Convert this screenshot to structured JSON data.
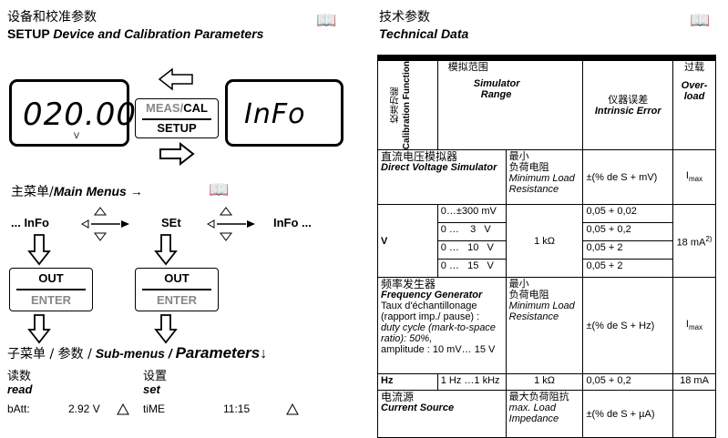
{
  "left": {
    "title_cn": "设备和校准参数",
    "title_en_bold": "SETUP",
    "title_en_italic": "Device and Calibration Parameters",
    "book_icon": "open-book-icon",
    "lcd_left_value": "020.00",
    "lcd_left_unit": "V",
    "key_meas": "MEAS/",
    "key_cal": "CAL",
    "key_setup": "SETUP",
    "lcd_right_value": "InFo",
    "main_menus_cn": "主菜单/",
    "main_menus_en": "Main Menus",
    "main_menus_arrow": "→",
    "menu_left": "... InFo",
    "menu_mid": "SEt",
    "menu_right": "InFo ...",
    "out_label": "OUT",
    "enter_label": "ENTER",
    "submenu_cn": "子菜单 / 参数 /",
    "submenu_en": "Sub-menus /",
    "submenu_params": "Parameters",
    "submenu_arrow": "↓",
    "col_read_cn": "读数",
    "col_read_en": "read",
    "col_set_cn": "设置",
    "col_set_en": "set",
    "row_batt_label": "bAtt:",
    "row_batt_value": "2.92 V",
    "row_time_label": "tiME",
    "row_time_value": "11:15"
  },
  "right": {
    "title_cn": "技术参数",
    "title_en": "Technical Data",
    "book_icon": "open-book-icon",
    "hdr_func_cn": "校准功能",
    "hdr_func_en": "Calibration Function",
    "hdr_range_cn": "模拟范围",
    "hdr_range_en1": "Simulator",
    "hdr_range_en2": "Range",
    "hdr_error_cn": "仪器误差",
    "hdr_error_en": "Intrinsic Error",
    "hdr_over_cn": "过载",
    "hdr_over_en1": "Over-",
    "hdr_over_en2": "load",
    "dcv_cn": "直流电压模拟器",
    "dcv_en": "Direct Voltage Simulator",
    "dcv_load_cn1": "最小",
    "dcv_load_cn2": "负荷电阻",
    "dcv_load_en1": "Minimum Load",
    "dcv_load_en2": "Resistance",
    "dcv_err": "±(% de S + mV)",
    "dcv_over": "Imax",
    "v_label": "V",
    "v_ranges": [
      "0…±300 mV",
      "0 …    3   V",
      "0 …   10   V",
      "0 …   15   V"
    ],
    "v_load": "1 kΩ",
    "v_errors": [
      "0,05 + 0,02",
      "0,05 + 0,2",
      "0,05 + 2",
      "0,05 + 2"
    ],
    "v_over": "18 mA",
    "v_over_sup": "2)",
    "freq_cn": "频率发生器",
    "freq_en": "Frequency Generator",
    "freq_lines": [
      "Taux d'échantillonage",
      "(rapport imp./ pause) :",
      "duty cycle (mark-to-space",
      "ratio): 50%,",
      "amplitude : 10 mV… 15 V"
    ],
    "freq_load_cn1": "最小",
    "freq_load_cn2": "负荷电阻",
    "freq_load_en1": "Minimum Load",
    "freq_load_en2": "Resistance",
    "freq_err": "±(% de S + Hz)",
    "freq_over": "Imax",
    "hz_label": "Hz",
    "hz_range": "1 Hz …1 kHz",
    "hz_load": "1 kΩ",
    "hz_err": "0,05 + 0,2",
    "hz_over": "18 mA",
    "cur_cn": "电流源",
    "cur_en": "Current Source",
    "cur_load_cn": "最大负荷阻抗",
    "cur_load_en1": "max. Load",
    "cur_load_en2": "Impedance",
    "cur_err": "±(% de S + µA)"
  }
}
